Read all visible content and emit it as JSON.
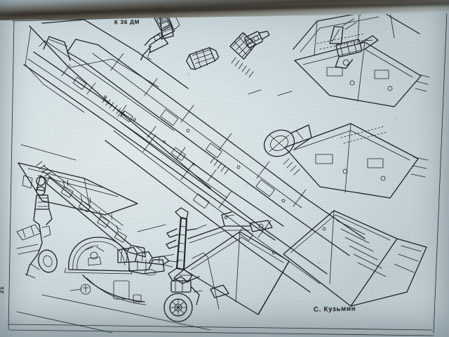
{
  "page": {
    "kind": "scanned-book-page",
    "medium": "technical-line-drawing",
    "page_number": "21",
    "paper_color": "#d9e4e7",
    "ink_color": "#1f2326",
    "gutter_color": "#3b352c"
  },
  "labels": {
    "seat_designation": "К 36 ДМ",
    "artist_signature": "С. Кузьмин"
  },
  "frame": {
    "present": true,
    "description": "thin ruled border line inset from page edges"
  },
  "figures": [
    {
      "id": "ejection-seat-front",
      "name": "К-36ДМ ejection seat, front three-quarter view",
      "region": "top-center"
    },
    {
      "id": "ejection-seat-side",
      "name": "К-36ДМ ejection seat, side view with occupant harness",
      "region": "top-center"
    },
    {
      "id": "seat-headrest-detail",
      "name": "seat headrest and parachute pack detail",
      "region": "top-center-right"
    },
    {
      "id": "fuselage-upper",
      "name": "upper fuselage spine and dorsal panel assembly",
      "region": "center-left"
    },
    {
      "id": "fuselage-lower",
      "name": "lower fuselage with intake trunk and gun port",
      "region": "center"
    },
    {
      "id": "wing-root-port",
      "name": "port wing root with leading edge extension",
      "region": "center-right"
    },
    {
      "id": "wing-root-starboard",
      "name": "starboard wing root panel detail",
      "region": "right"
    },
    {
      "id": "main-landing-gear",
      "name": "main landing gear strut, oleo and wheel",
      "region": "left"
    },
    {
      "id": "nose-landing-gear",
      "name": "nose landing gear strut, scissor link and twin wheel",
      "region": "bottom-center"
    },
    {
      "id": "canopy",
      "name": "cockpit canopy, open, with mirror detail",
      "region": "bottom-left"
    },
    {
      "id": "vertical-tail",
      "name": "vertical tail fin with rudder",
      "region": "bottom-center-right"
    },
    {
      "id": "airbrake",
      "name": "dorsal airbrake panel, deployed",
      "region": "bottom-right"
    },
    {
      "id": "ventral-fin",
      "name": "ventral fin and tail cone detail",
      "region": "right"
    },
    {
      "id": "pylon-detail",
      "name": "underwing pylon and launch rail",
      "region": "bottom-left"
    },
    {
      "id": "wheel-bay",
      "name": "wheel bay door interior framing",
      "region": "bottom-center"
    }
  ],
  "scan_artifacts": {
    "top_edge": "dark book-gutter shadow band across top",
    "grain": "blue-gray halftone paper grain with speckles",
    "vignette": "edge darkening on all sides"
  }
}
